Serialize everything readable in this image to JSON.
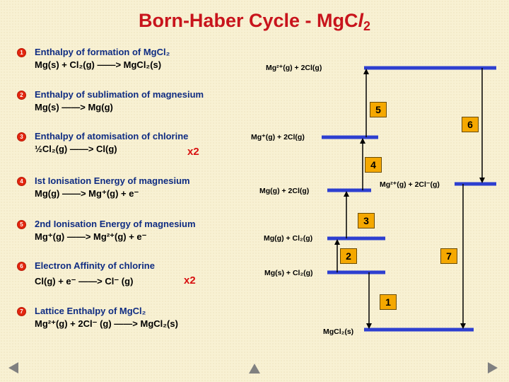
{
  "title": {
    "main": "Born-Haber Cycle - MgC",
    "italic_l": "l",
    "sub": "2"
  },
  "steps": [
    {
      "num": "1",
      "title": "Enthalpy of formation of MgCl₂",
      "eq": "Mg(s)   +   Cl₂(g)   ——>   MgCl₂(s)",
      "x2": ""
    },
    {
      "num": "2",
      "title": "Enthalpy of sublimation of magnesium",
      "eq": "Mg(s)    ——>    Mg(g)",
      "x2": ""
    },
    {
      "num": "3",
      "title": "Enthalpy of atomisation of chlorine",
      "eq": "½Cl₂(g)   ——>    Cl(g)",
      "x2": "x2"
    },
    {
      "num": "4",
      "title": "Ist Ionisation Energy of magnesium",
      "eq": "Mg(g)    ——>   Mg⁺(g)   +   e⁻",
      "x2": ""
    },
    {
      "num": "5",
      "title": "2nd Ionisation Energy of magnesium",
      "eq": "Mg⁺(g)   ——>   Mg²⁺(g)   +   e⁻",
      "x2": ""
    },
    {
      "num": "6",
      "title": "Electron Affinity of chlorine",
      "eq": "Cl(g)   +   e⁻    ——>    Cl⁻ (g)",
      "x2": "x2"
    },
    {
      "num": "7",
      "title": "Lattice Enthalpy of MgCl₂",
      "eq": "Mg²⁺(g)  +  2Cl⁻ (g)   ——> MgCl₂(s)",
      "x2": ""
    }
  ],
  "levels": {
    "mg2_2cl": "Mg²⁺(g)  +  2Cl(g)",
    "mg1_2cl": "Mg⁺(g)  +  2Cl(g)",
    "mg2_2clminus": "Mg²⁺(g)  +  2Cl⁻(g)",
    "mg_2cl": "Mg(g)  +  2Cl(g)",
    "mg_cl2": "Mg(g)  + Cl₂(g)",
    "mgs_cl2": "Mg(s)  + Cl₂(g)",
    "mgcl2": "MgCl₂(s)"
  },
  "boxes": [
    "1",
    "2",
    "3",
    "4",
    "5",
    "6",
    "7"
  ],
  "colors": {
    "title": "#c8141c",
    "step_title": "#0f2c82",
    "level_line": "#2d3fd0",
    "box_fill": "#f5a800",
    "accent": "#d80f0f"
  }
}
